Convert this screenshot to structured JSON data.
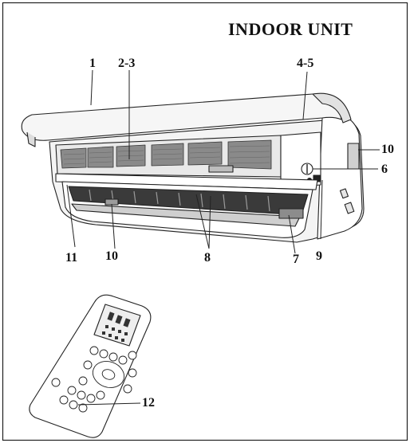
{
  "title": "INDOOR UNIT",
  "callouts": {
    "c1": "1",
    "c2_3": "2-3",
    "c4_5": "4-5",
    "c6": "6",
    "c7": "7",
    "c8": "8",
    "c9": "9",
    "c10_right": "10",
    "c10_bottom": "10",
    "c11": "11",
    "c12": "12"
  }
}
